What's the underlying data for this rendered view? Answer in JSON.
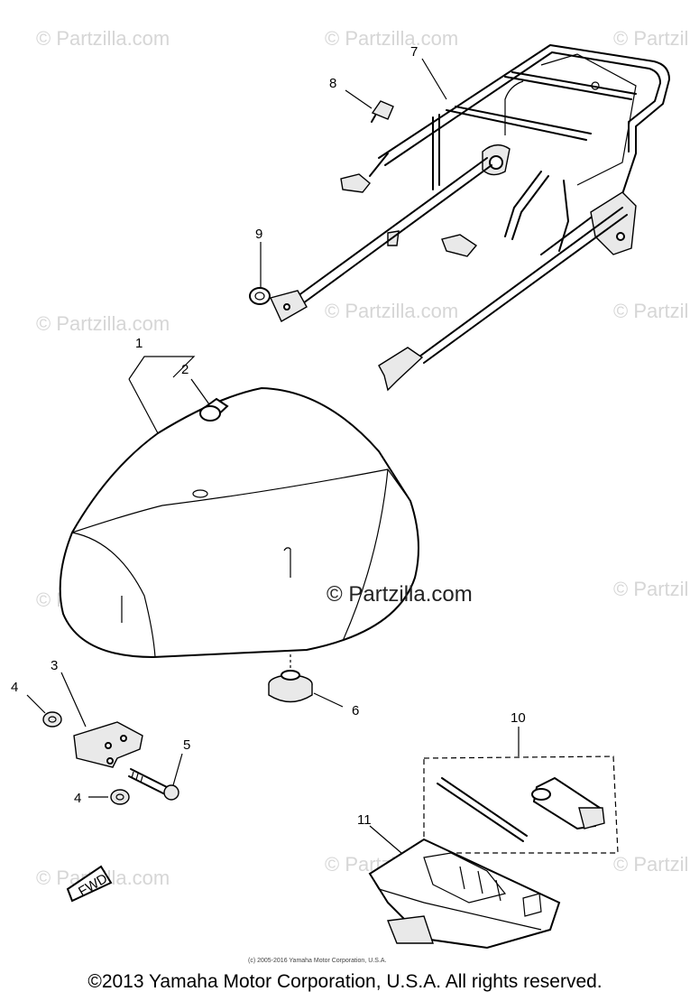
{
  "watermark": {
    "text": "© Partzilla.com"
  },
  "center_watermark": {
    "text": "© Partzilla.com"
  },
  "small_copyright": {
    "text": "(c) 2005-2016 Yamaha Motor Corporation, U.S.A."
  },
  "copyright": {
    "text": "©2013 Yamaha Motor Corporation, U.S.A. All rights reserved."
  },
  "fwd_badge": {
    "text": "FWD"
  },
  "callouts": [
    {
      "num": "1",
      "part": "seat"
    },
    {
      "num": "2",
      "part": "seat-hook"
    },
    {
      "num": "3",
      "part": "seat-bracket"
    },
    {
      "num": "4",
      "part": "nut"
    },
    {
      "num": "4",
      "part": "nut"
    },
    {
      "num": "5",
      "part": "bolt"
    },
    {
      "num": "6",
      "part": "grommet"
    },
    {
      "num": "7",
      "part": "carrier"
    },
    {
      "num": "8",
      "part": "bolt"
    },
    {
      "num": "9",
      "part": "nut"
    },
    {
      "num": "10",
      "part": "tool-kit"
    },
    {
      "num": "11",
      "part": "tool-tray"
    }
  ]
}
